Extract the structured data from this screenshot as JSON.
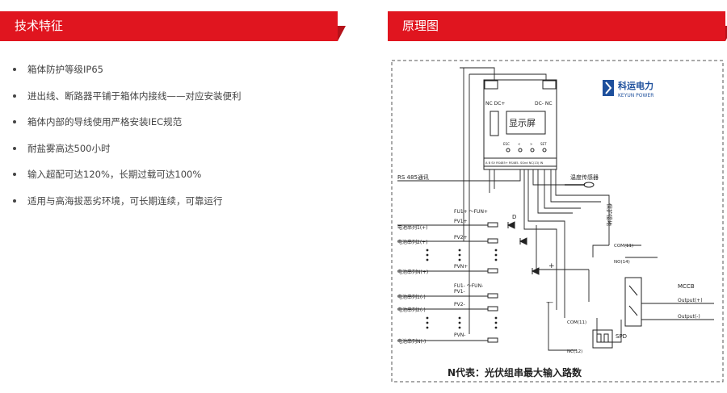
{
  "left_tab": {
    "title": "技术特征"
  },
  "right_tab": {
    "title": "原理图"
  },
  "features": [
    "箱体防护等级IP65",
    "进出线、断路器平铺于箱体内接线——对应安装便利",
    "箱体内部的导线使用严格安装IEC规范",
    "耐盐雾高达500小时",
    "输入超配可达120%，长期过载可达100%",
    "适用与高海拔恶劣环境，可长期连续，可靠运行"
  ],
  "diagram": {
    "brand_cn": "科运电力",
    "brand_en": "KEYUN POWER",
    "display_label": "显示屏",
    "nc_dc_left": "NC DC+",
    "dc_nc_right": "DC- NC",
    "btn_labels": [
      "ESC",
      "<",
      ">",
      "SET"
    ],
    "terminal_strip": "A B SV RS485+ RS485- SGnd NC(13) IN",
    "rs485": "RS 485通讯",
    "temp_sensor": "温度传感器",
    "protect_ground": "保护接地",
    "fu_pos": "FU1+ ～FUN+",
    "fu_neg": "FU1- ～FUN-",
    "pos_strings": [
      "电池串列1(+)",
      "电池串列2(+)",
      "电池串列N(+)"
    ],
    "neg_strings": [
      "电池串列1(-)",
      "电池串列2(-)",
      "电池串列N(-)"
    ],
    "pv_pos": [
      "PV1+",
      "PV2+",
      "PVN+"
    ],
    "pv_neg": [
      "PV1-",
      "PV2-",
      "PVN-"
    ],
    "diode": "D",
    "plus": "+",
    "minus": "—",
    "com11_top": "COM(11)",
    "no14": "NO(14)",
    "mccb": "MCCB",
    "output_pos": "Output(+)",
    "output_neg": "Output(-)",
    "com11_bottom": "COM(11)",
    "nc12": "NC(12)",
    "spd": "SPD",
    "caption": "N代表：光伏组串最大输入路数"
  }
}
